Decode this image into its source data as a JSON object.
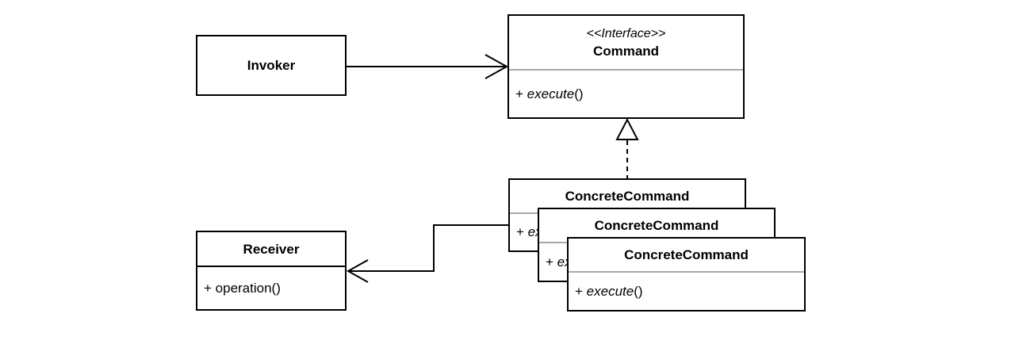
{
  "diagram": {
    "invoker": {
      "name": "Invoker"
    },
    "command": {
      "stereotype": "<<Interface>>",
      "name": "Command",
      "method": {
        "prefix": "+ ",
        "name": "execute",
        "suffix": "()"
      }
    },
    "concrete_command": {
      "name": "ConcreteCommand",
      "method": {
        "prefix": "+ ",
        "name": "execute",
        "suffix": "()"
      }
    },
    "receiver": {
      "name": "Receiver",
      "method": {
        "prefix": "+ ",
        "name": "operation",
        "suffix": "()"
      }
    },
    "colors": {
      "line": "#000000",
      "compartment_separator": "#a8a8a8",
      "background": "#ffffff"
    }
  }
}
